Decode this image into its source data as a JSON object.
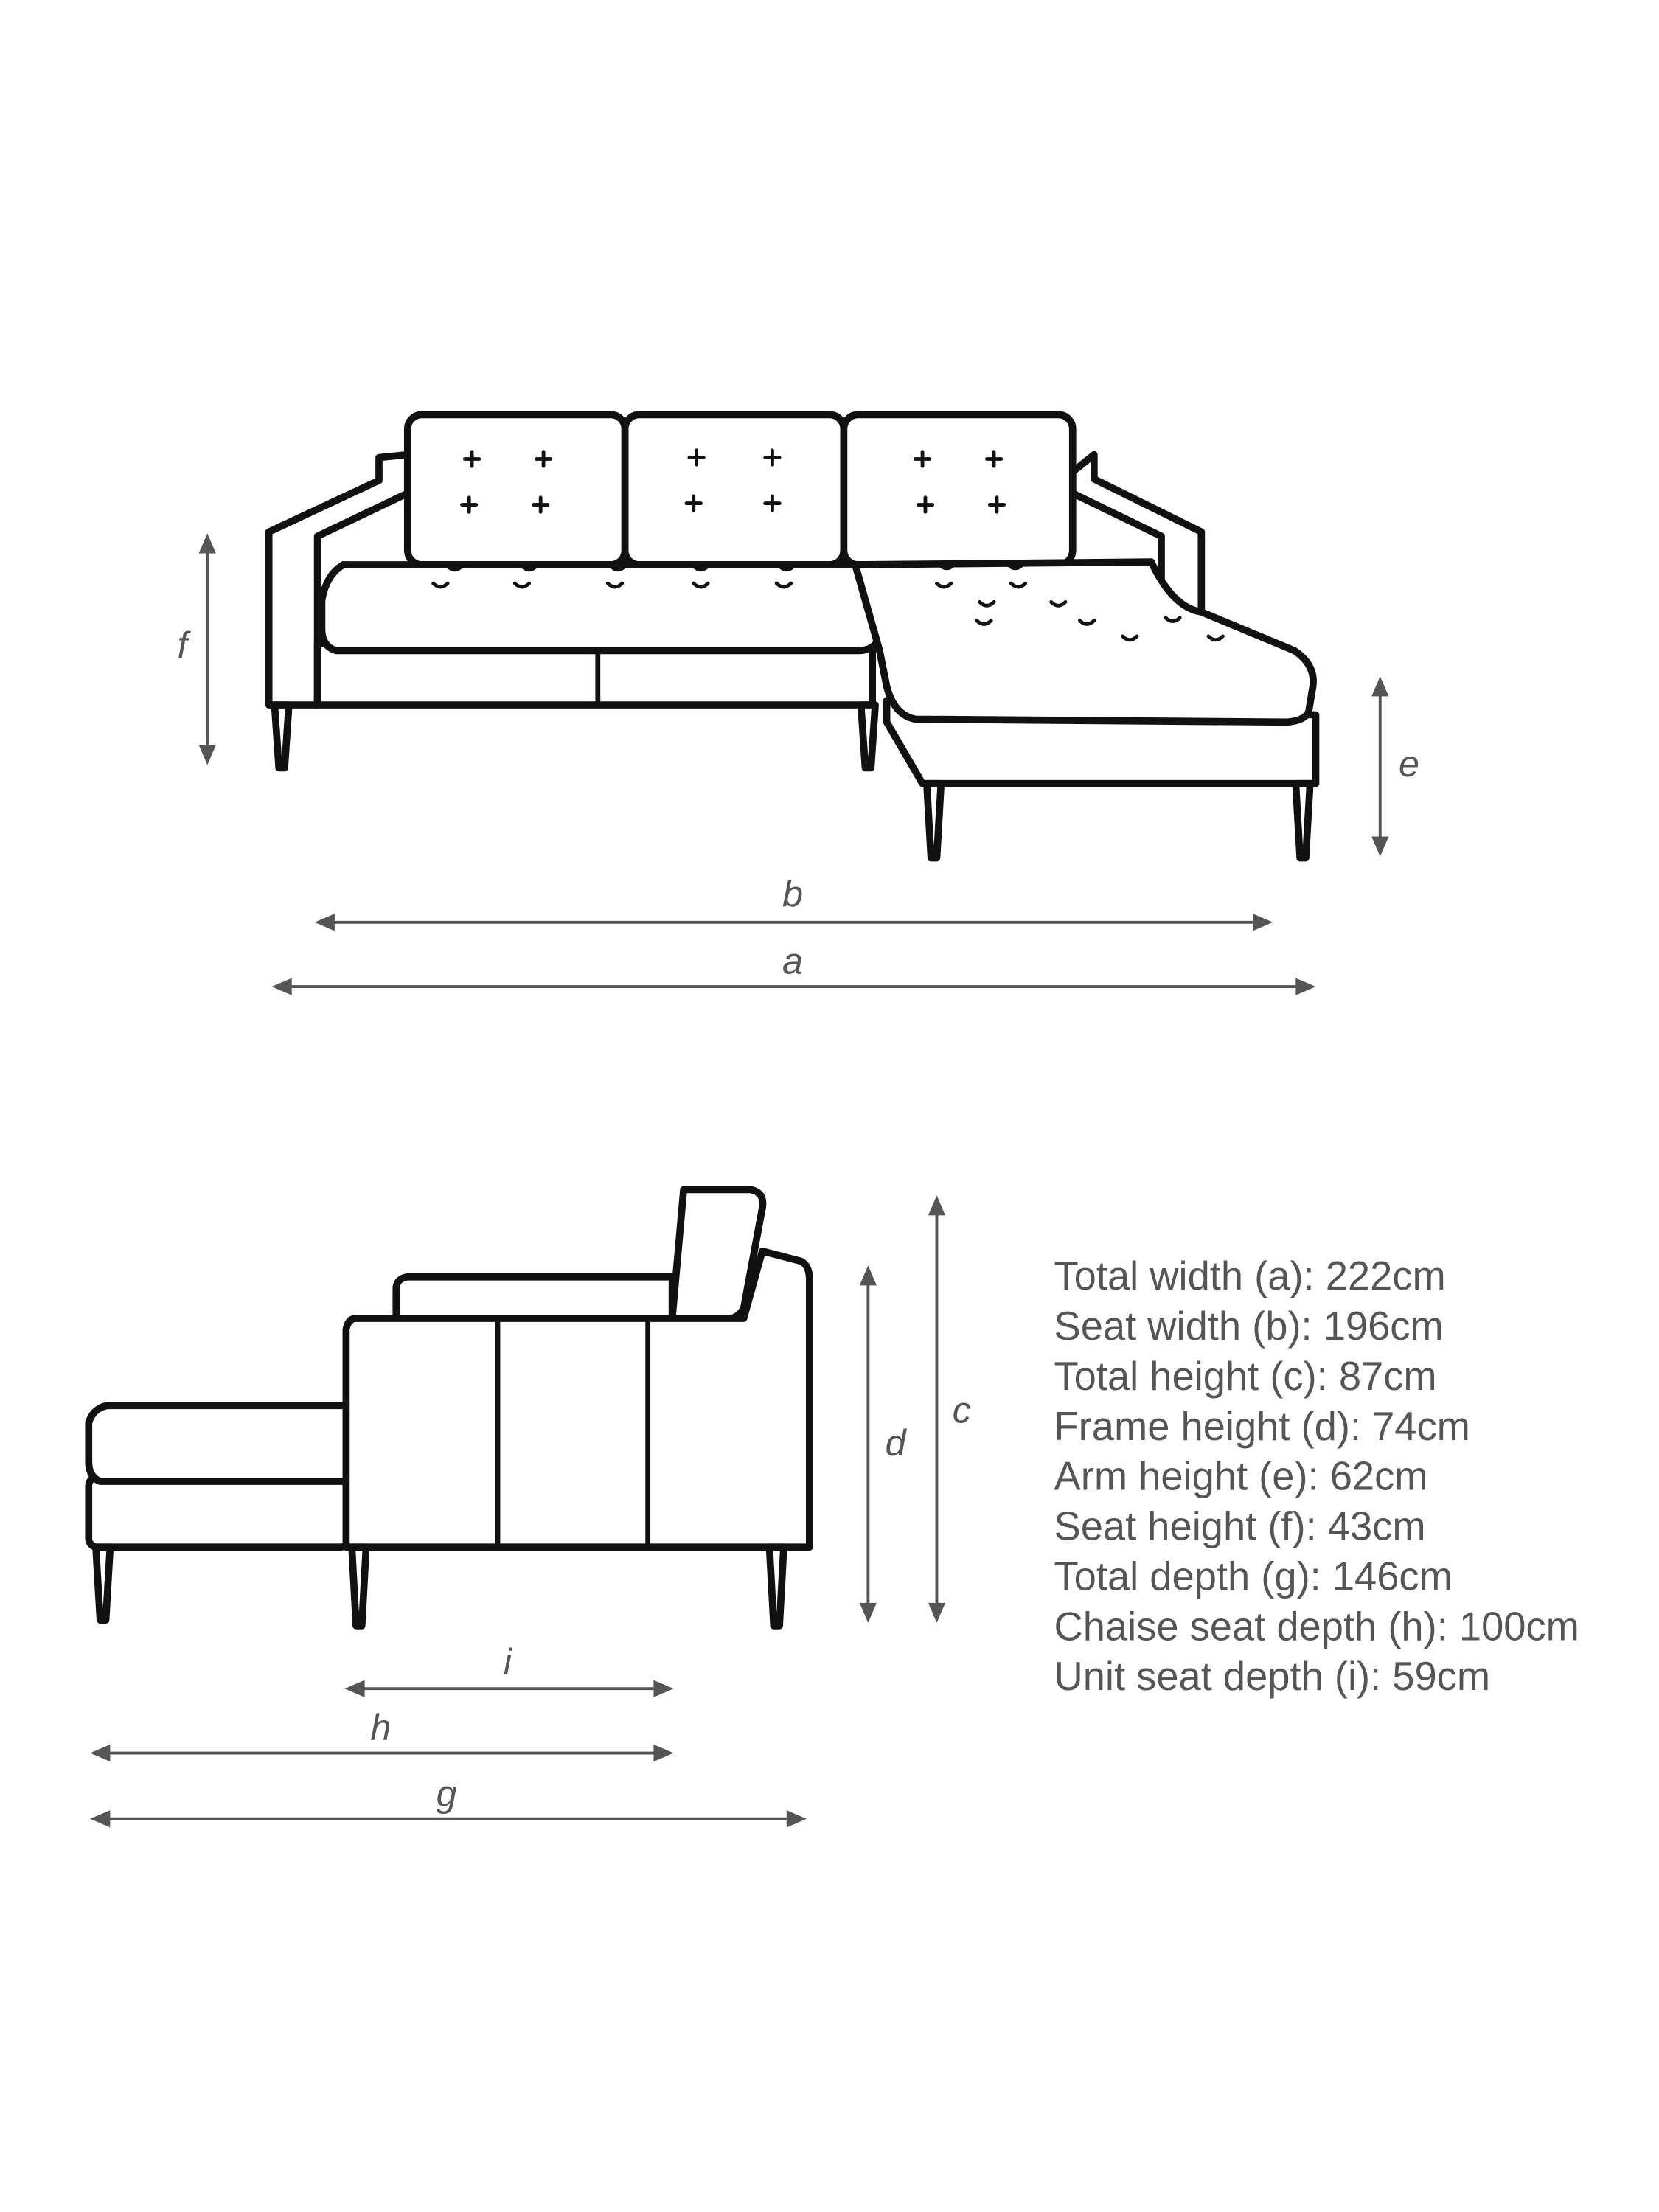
{
  "dimension_letters": {
    "a": "a",
    "b": "b",
    "c": "c",
    "d": "d",
    "e": "e",
    "f": "f",
    "g": "g",
    "h": "h",
    "i": "i"
  },
  "specs": [
    "Total width (a): 222cm",
    "Seat width (b): 196cm",
    "Total height (c): 87cm",
    "Frame height (d): 74cm",
    "Arm height (e): 62cm",
    "Seat height (f): 43cm",
    "Total depth (g): 146cm",
    "Chaise seat depth (h): 100cm",
    "Unit seat depth (i): 59cm"
  ],
  "colors": {
    "outline": "#111111",
    "dimension": "#555555",
    "background": "#ffffff"
  }
}
